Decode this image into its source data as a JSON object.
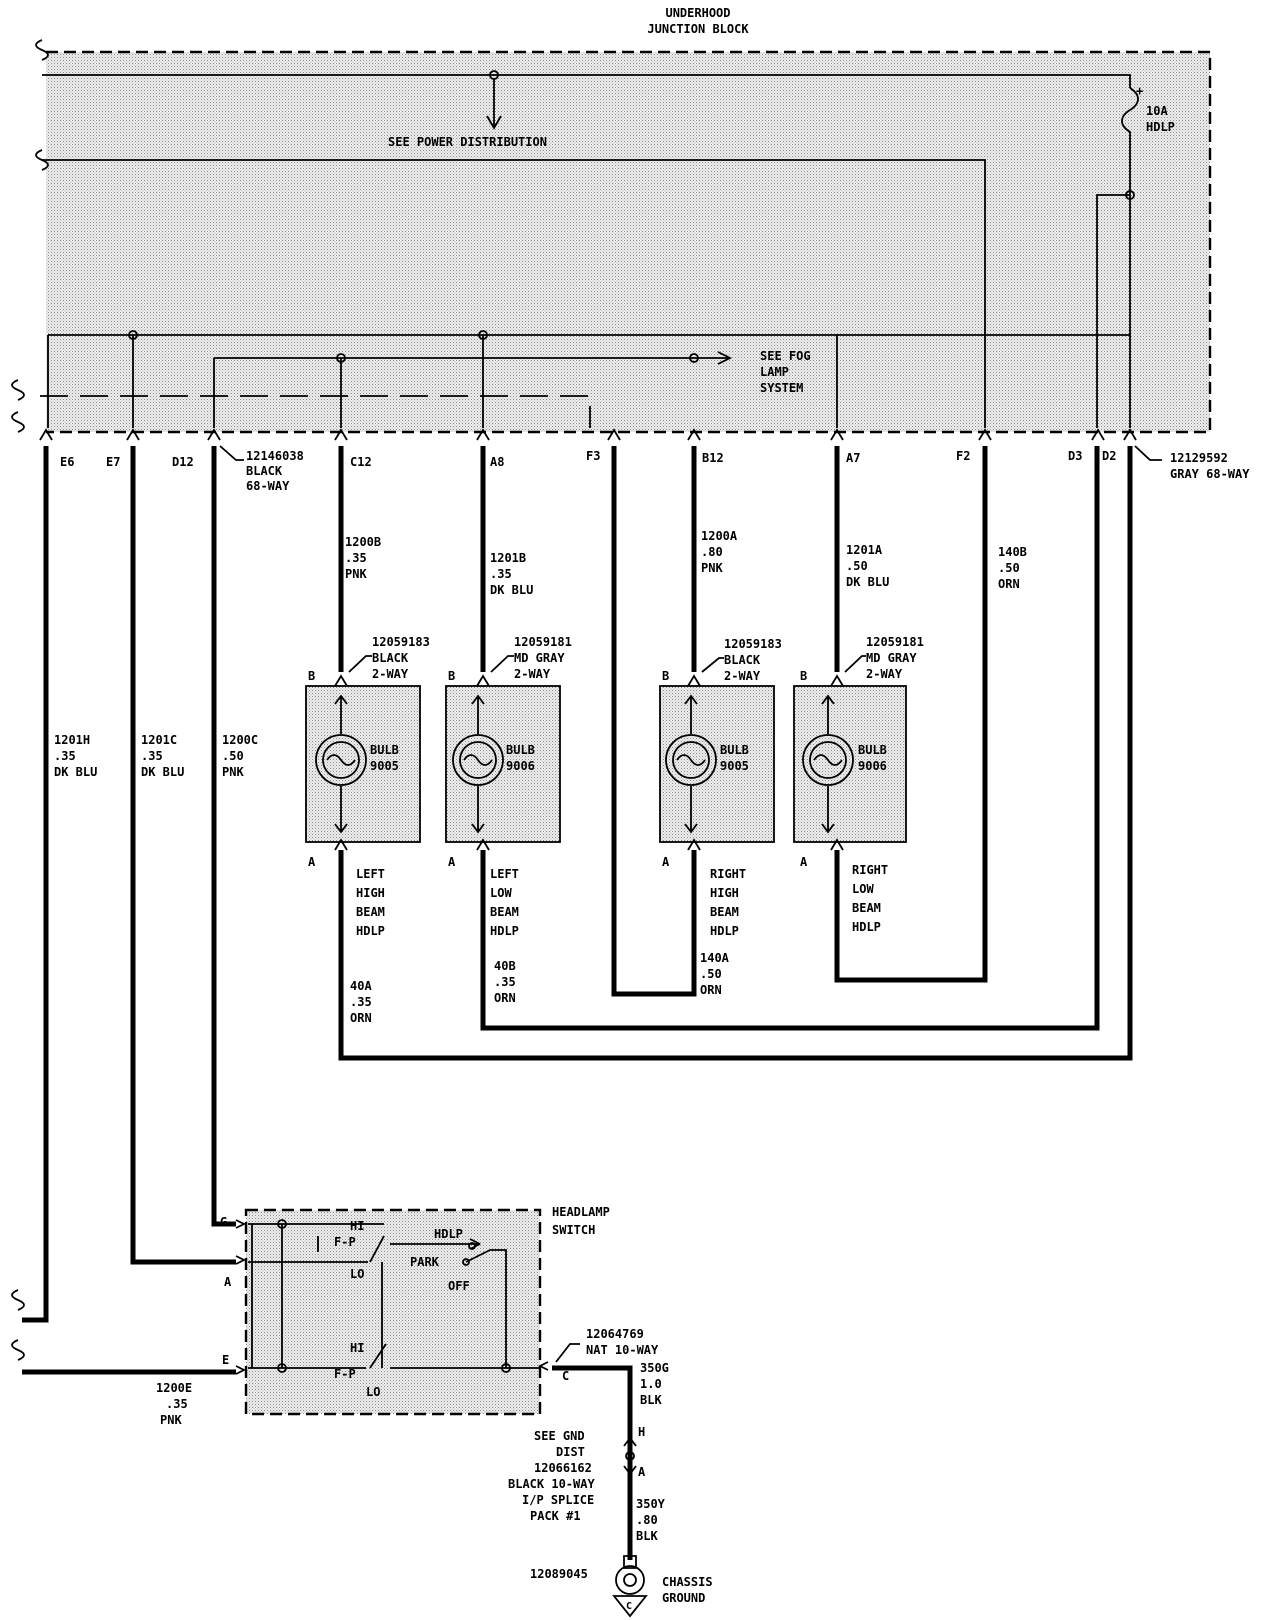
{
  "junction_block": {
    "title_line1": "UNDERHOOD",
    "title_line2": "JUNCTION BLOCK"
  },
  "fuse": {
    "plus": "+",
    "rating": "10A",
    "name": "HDLP"
  },
  "refs": {
    "power": "SEE POWER DISTRIBUTION",
    "fog": [
      "SEE FOG",
      "LAMP",
      "SYSTEM"
    ]
  },
  "connectors": {
    "left": [
      "12146038",
      "BLACK",
      "68-WAY"
    ],
    "right": [
      "12129592",
      "GRAY 68-WAY"
    ]
  },
  "pins": [
    "E6",
    "E7",
    "D12",
    "C12",
    "A8",
    "F3",
    "B12",
    "A7",
    "F2",
    "D3",
    "D2"
  ],
  "wires": {
    "w1200b": [
      "1200B",
      ".35",
      "PNK"
    ],
    "w1201b": [
      "1201B",
      ".35",
      "DK BLU"
    ],
    "w1200a": [
      "1200A",
      ".80",
      "PNK"
    ],
    "w1201a": [
      "1201A",
      ".50",
      "DK BLU"
    ],
    "w140b": [
      "140B",
      ".50",
      "ORN"
    ],
    "w1201h": [
      "1201H",
      ".35",
      "DK BLU"
    ],
    "w1201c": [
      "1201C",
      ".35",
      "DK BLU"
    ],
    "w1200c": [
      "1200C",
      ".50",
      "PNK"
    ],
    "w40a": [
      "40A",
      ".35",
      "ORN"
    ],
    "w40b": [
      "40B",
      ".35",
      "ORN"
    ],
    "w140a": [
      "140A",
      ".50",
      "ORN"
    ],
    "w1200e": [
      "1200E",
      ".35",
      "PNK"
    ],
    "w350g": [
      "350G",
      "1.0",
      "BLK"
    ],
    "w350y": [
      "350Y",
      ".80",
      "BLK"
    ]
  },
  "lamps": [
    {
      "conn": [
        "12059183",
        "BLACK",
        "2-WAY"
      ],
      "bulb": [
        "BULB",
        "9005"
      ],
      "name": [
        "LEFT",
        "HIGH",
        "BEAM",
        "HDLP"
      ],
      "pin_b": "B",
      "pin_a": "A"
    },
    {
      "conn": [
        "12059181",
        "MD GRAY",
        "2-WAY"
      ],
      "bulb": [
        "BULB",
        "9006"
      ],
      "name": [
        "LEFT",
        "LOW",
        "BEAM",
        "HDLP"
      ],
      "pin_b": "B",
      "pin_a": "A"
    },
    {
      "conn": [
        "12059183",
        "BLACK",
        "2-WAY"
      ],
      "bulb": [
        "BULB",
        "9005"
      ],
      "name": [
        "RIGHT",
        "HIGH",
        "BEAM",
        "HDLP"
      ],
      "pin_b": "B",
      "pin_a": "A"
    },
    {
      "conn": [
        "12059181",
        "MD GRAY",
        "2-WAY"
      ],
      "bulb": [
        "BULB",
        "9006"
      ],
      "name": [
        "RIGHT",
        "LOW",
        "BEAM",
        "HDLP"
      ],
      "pin_b": "B",
      "pin_a": "A"
    }
  ],
  "headlamp_switch": {
    "title": [
      "HEADLAMP",
      "SWITCH"
    ],
    "pins": [
      "G",
      "A",
      "E",
      "C"
    ],
    "labels": {
      "hi": "HI",
      "fp": "F-P",
      "lo": "LO",
      "hdlp": "HDLP",
      "park": "PARK",
      "off": "OFF"
    }
  },
  "switch_connector": [
    "12064769",
    "NAT 10-WAY"
  ],
  "splice": {
    "pins": [
      "H",
      "A"
    ],
    "text": [
      "SEE GND",
      "DIST",
      "12066162",
      "BLACK 10-WAY",
      "I/P SPLICE",
      "PACK #1"
    ]
  },
  "ground": {
    "part": "12089045",
    "label": [
      "CHASSIS",
      "GROUND"
    ],
    "symbol": "C"
  }
}
